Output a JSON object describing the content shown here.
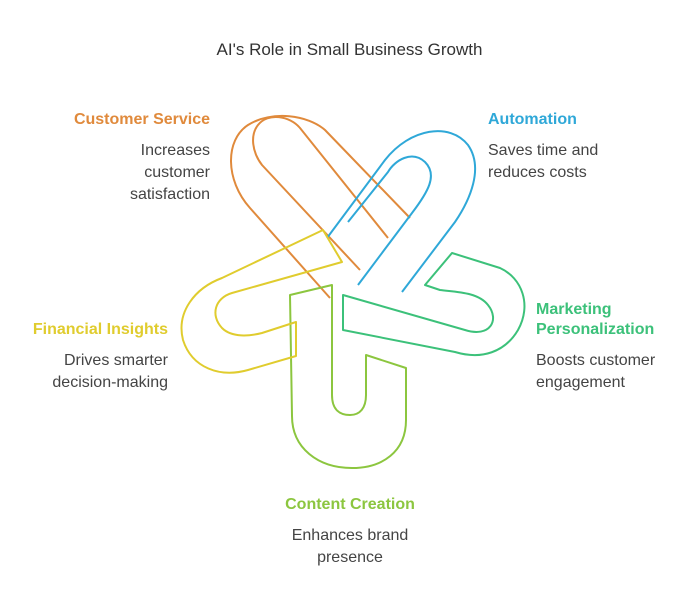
{
  "title": "AI's Role in Small Business Growth",
  "colors": {
    "customer_service": "#E08A3C",
    "automation": "#2FA8D8",
    "marketing": "#3CC17A",
    "content": "#8CC63F",
    "financial": "#E0CC2E",
    "text": "#444444"
  },
  "items": [
    {
      "key": "customer_service",
      "label": "Customer Service",
      "description": "Increases customer satisfaction"
    },
    {
      "key": "automation",
      "label": "Automation",
      "description": "Saves time and reduces costs"
    },
    {
      "key": "marketing",
      "label": "Marketing Personalization",
      "description": "Boosts customer engagement"
    },
    {
      "key": "content",
      "label": "Content Creation",
      "description": "Enhances brand presence"
    },
    {
      "key": "financial",
      "label": "Financial Insights",
      "description": "Drives smarter decision-making"
    }
  ]
}
